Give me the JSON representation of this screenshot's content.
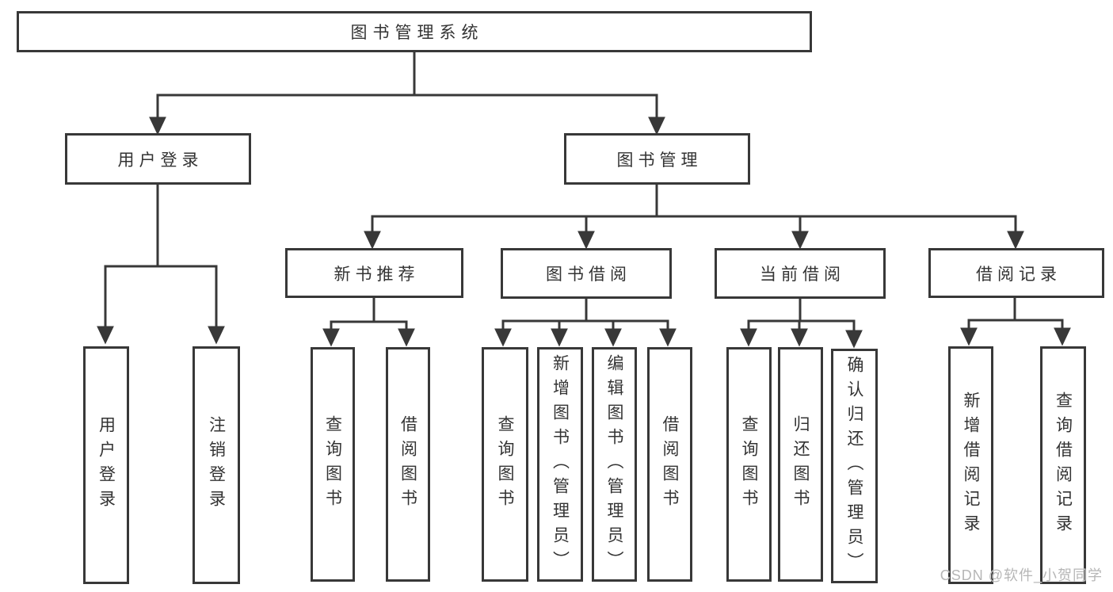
{
  "watermark": "CSDN @软件_小贺同学",
  "colors": {
    "line": "#383838",
    "text": "#333333",
    "box_background": "#ffffff",
    "watermark": "#b6b6b6"
  },
  "tree": {
    "root": {
      "label": "图书管理系统"
    },
    "branches": [
      {
        "label": "用户登录",
        "children": [
          "用户登录",
          "注销登录"
        ]
      },
      {
        "label": "图书管理",
        "children": [
          {
            "label": "新书推荐",
            "children": [
              "查询图书",
              "借阅图书"
            ]
          },
          {
            "label": "图书借阅",
            "children": [
              "查询图书",
              "新增图书（管理员）",
              "编辑图书（管理员）",
              "借阅图书"
            ]
          },
          {
            "label": "当前借阅",
            "children": [
              "查询图书",
              "归还图书",
              "确认归还（管理员）"
            ]
          },
          {
            "label": "借阅记录",
            "children": [
              "新增借阅记录",
              "查询借阅记录"
            ]
          }
        ]
      }
    ]
  }
}
